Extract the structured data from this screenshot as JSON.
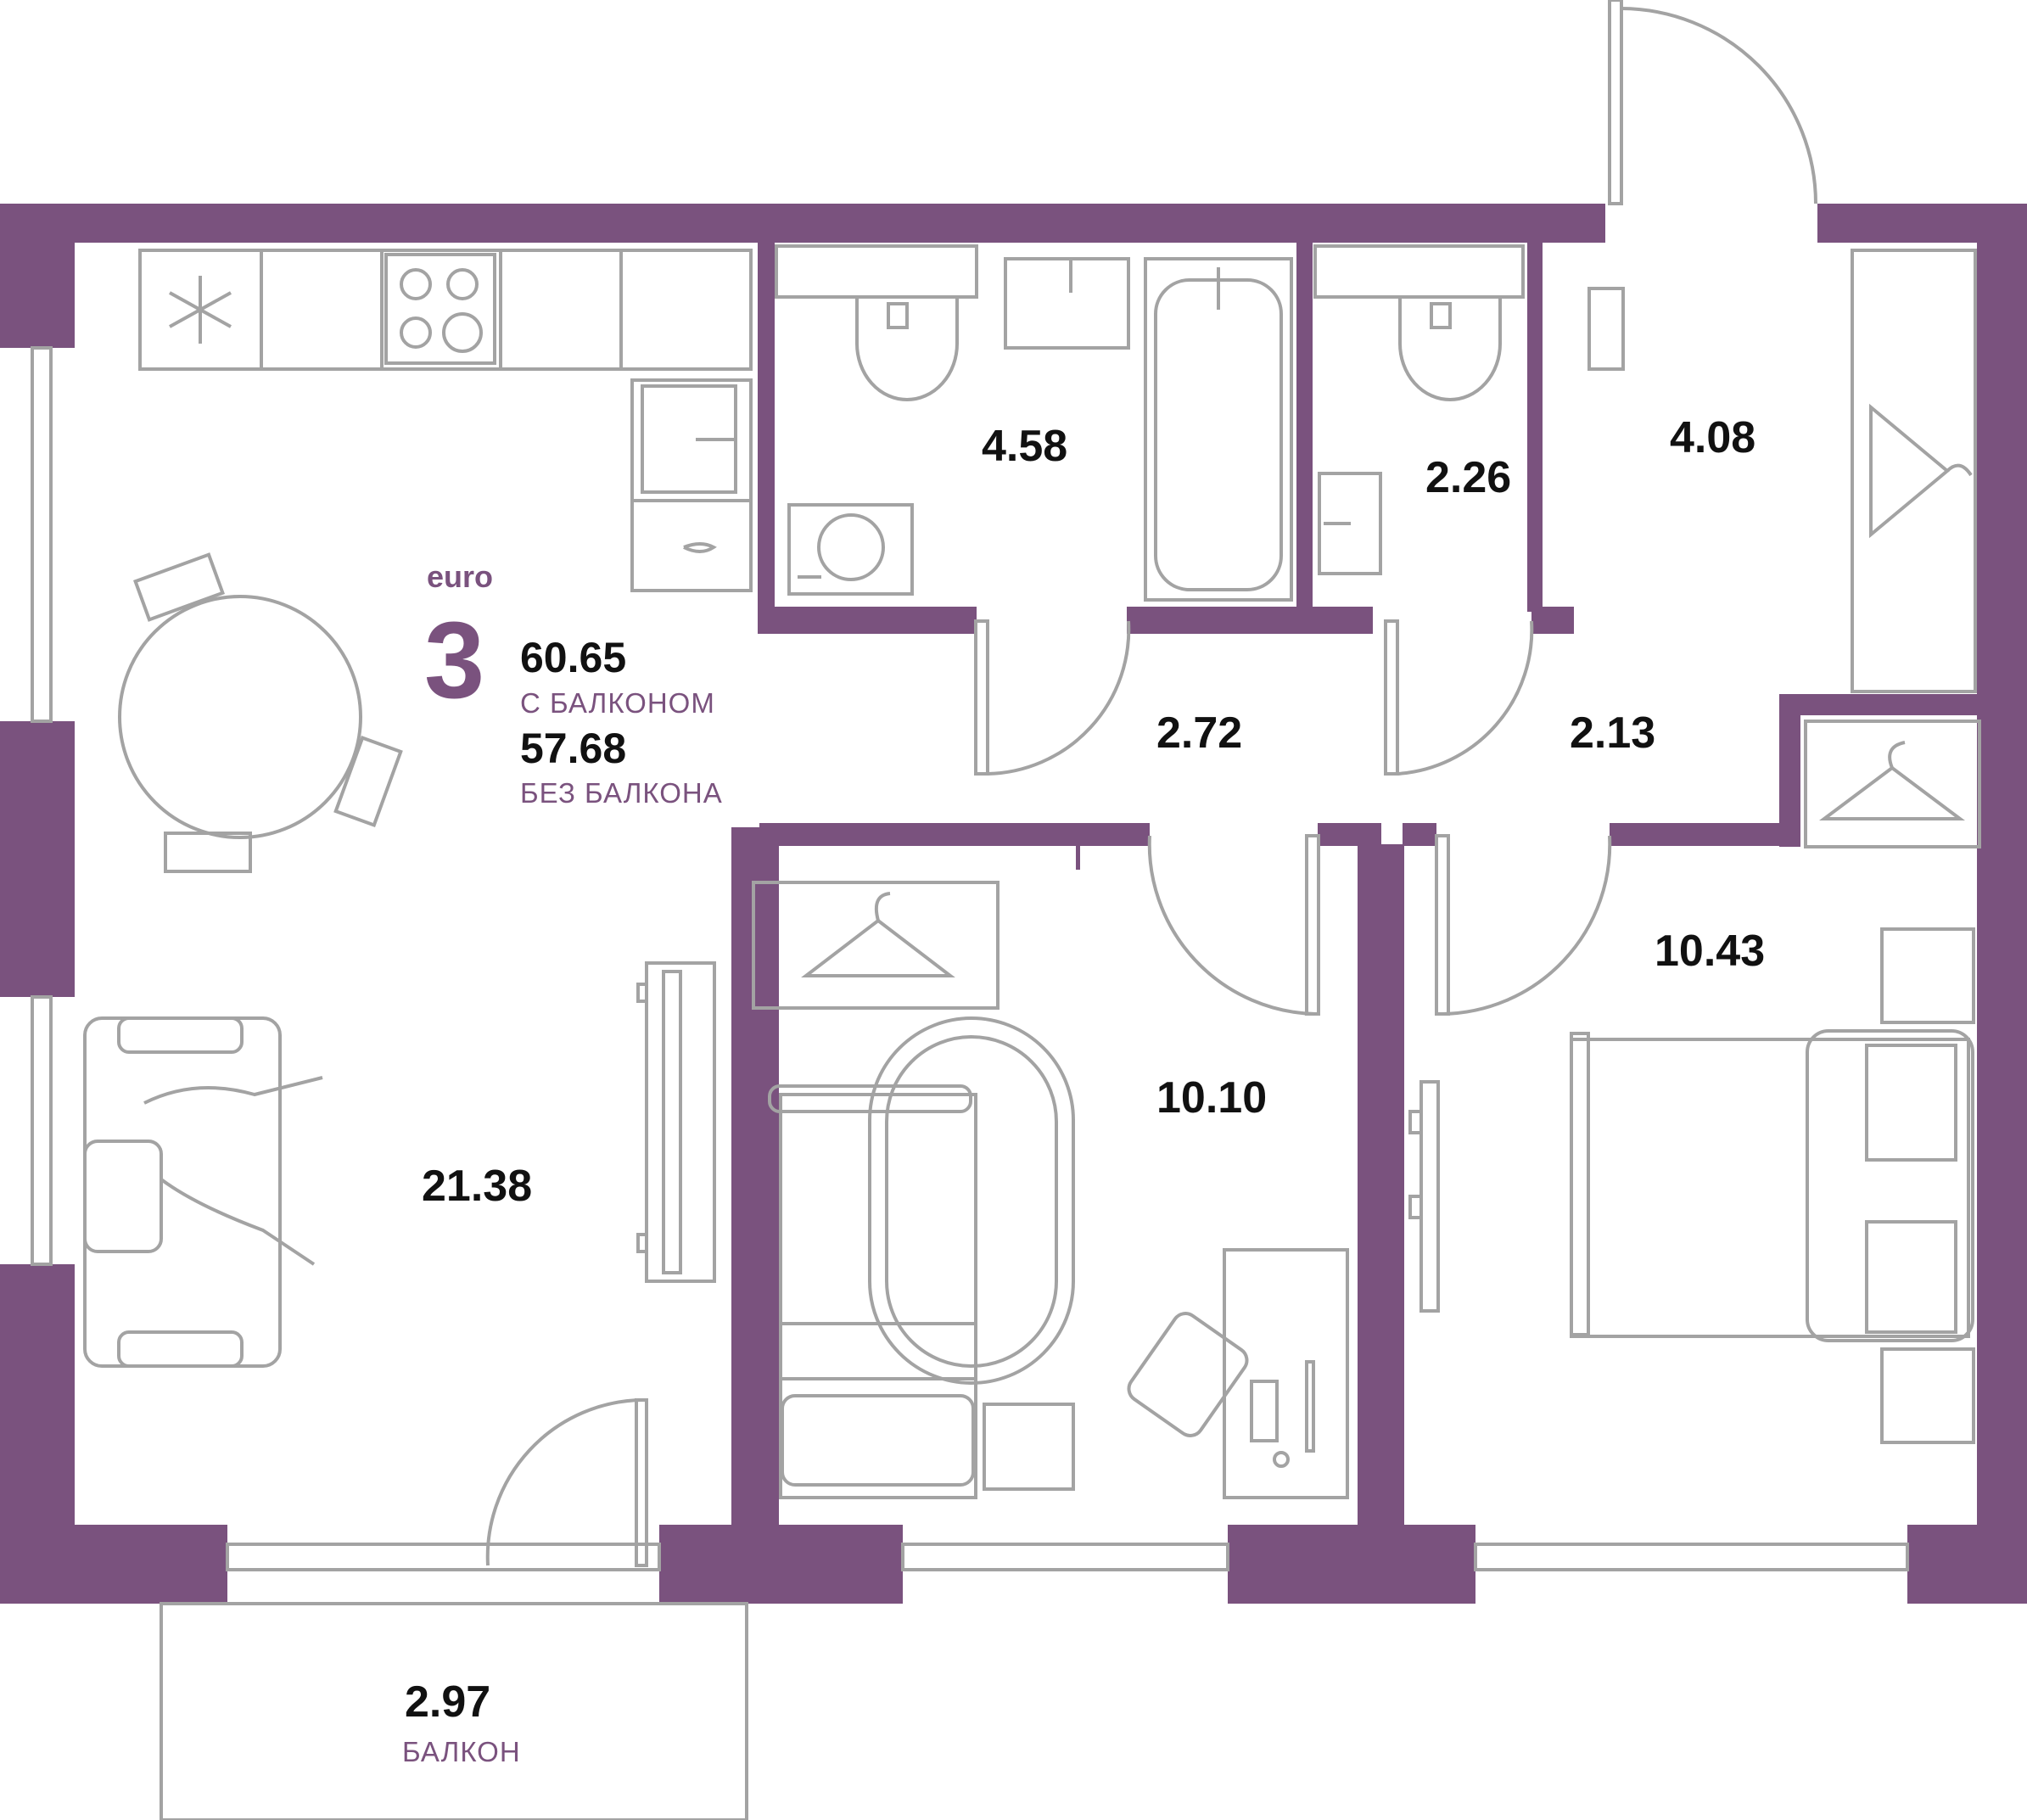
{
  "colors": {
    "wall": "#7a527e",
    "furniture": "#a3a3a3",
    "text": "#111111",
    "accent": "#7a527e"
  },
  "summary": {
    "type_label": "euro",
    "rooms": "3",
    "area_with_balcony": "60.65",
    "with_balcony_caption": "С БАЛКОНОМ",
    "area_without_balcony": "57.68",
    "without_balcony_caption": "БЕЗ БАЛКОНА"
  },
  "rooms": {
    "bathroom": "4.58",
    "toilet": "2.26",
    "hall_entrance": "4.08",
    "corridor_left": "2.72",
    "corridor_right": "2.13",
    "living_kitchen": "21.38",
    "bedroom_middle": "10.10",
    "bedroom_right": "10.43",
    "balcony": "2.97",
    "balcony_caption": "БАЛКОН"
  },
  "icons": [
    "snowflake-icon",
    "hanger-icon",
    "stove-icon",
    "washing-machine-icon",
    "toilet-icon",
    "bathtub-icon",
    "sink-icon",
    "bed-icon",
    "sofa-icon",
    "tv-icon",
    "desk-icon",
    "chair-icon"
  ]
}
